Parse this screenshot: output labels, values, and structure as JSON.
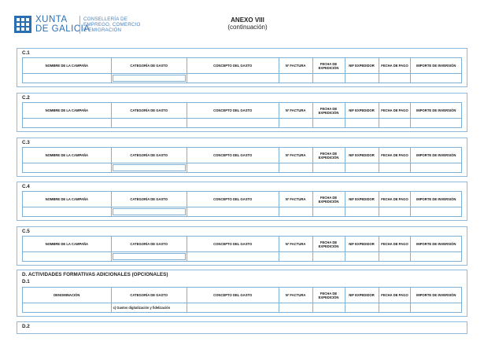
{
  "header": {
    "brand_line1": "XUNTA",
    "brand_line2": "DE GALICIA",
    "dept_line1": "CONSELLERÍA DE",
    "dept_line2": "EMPREGO, COMERCIO",
    "dept_line3": "E EMIGRACIÓN",
    "annex_title": "ANEXO VIII",
    "annex_subtitle": "(continuación)",
    "brand_color": "#2a6fb3"
  },
  "columns": [
    "NOMBRE DE LA CAMPAÑA",
    "CATEGORÍA DE GASTO",
    "CONCEPTO DEL GASTO",
    "Nº FACTURA",
    "FECHA DE EXPEDICIÓN",
    "NIF EXPEDIDOR",
    "FECHA DE PAGO",
    "IMPORTE DE INVERSIÓN"
  ],
  "d_columns": [
    "DENOMINACIÓN",
    "CATEGORÍA DE GASTO",
    "CONCEPTO DEL GASTO",
    "Nº FACTURA",
    "FECHA DE EXPEDICIÓN",
    "NIF EXPEDIDOR",
    "FECHA DE PAGO",
    "IMPORTE DE INVERSIÓN"
  ],
  "sections": {
    "c1": "C.1",
    "c2": "C.2",
    "c3": "C.3",
    "c4": "C.4",
    "c5": "C.5"
  },
  "section_d": {
    "title": "D. ACTIVIDADES FORMATIVAS ADICIONALES (OPCIONALES)",
    "d1": "D.1",
    "d1_category_value": "c) Gastos digitalización y fidelización",
    "d2": "D.2"
  }
}
